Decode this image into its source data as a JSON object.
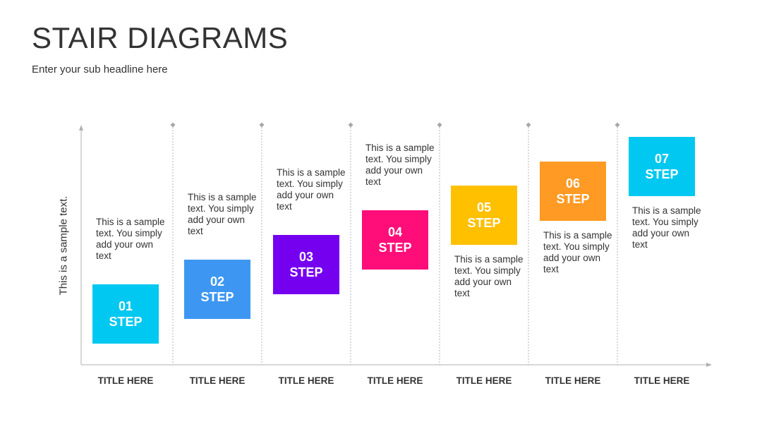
{
  "header": {
    "title": "STAIR DIAGRAMS",
    "subtitle": "Enter your sub headline here"
  },
  "y_axis_label": "This is a sample text.",
  "steps": [
    {
      "number": "01",
      "label": "STEP",
      "color": "#00C8F0",
      "description": "This is a sample text. You simply add your own text",
      "title": "TITLE HERE"
    },
    {
      "number": "02",
      "label": "STEP",
      "color": "#3D97F2",
      "description": "This is a sample text. You simply add your own text",
      "title": "TITLE HERE"
    },
    {
      "number": "03",
      "label": "STEP",
      "color": "#7500F0",
      "description": "This is a sample text. You simply add your own text",
      "title": "TITLE HERE"
    },
    {
      "number": "04",
      "label": "STEP",
      "color": "#FF0E7A",
      "description": "This is a sample text. You simply add your own text",
      "title": "TITLE HERE"
    },
    {
      "number": "05",
      "label": "STEP",
      "color": "#FFC000",
      "description": "This is a sample text. You simply add your own text",
      "title": "TITLE HERE"
    },
    {
      "number": "06",
      "label": "STEP",
      "color": "#FF9A24",
      "description": "This is a sample text. You simply add your own text",
      "title": "TITLE HERE"
    },
    {
      "number": "07",
      "label": "STEP",
      "color": "#00C8F0",
      "description": "This is a sample text. You simply add your own text",
      "title": "TITLE HERE"
    }
  ]
}
